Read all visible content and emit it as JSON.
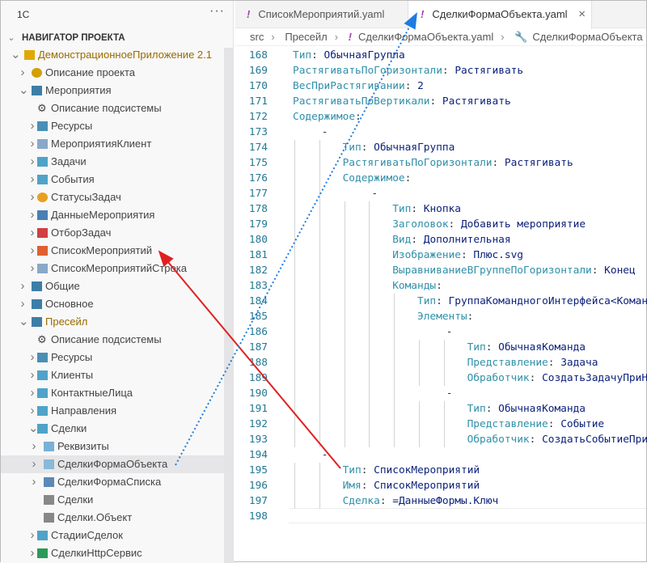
{
  "sidebar": {
    "title": "1C",
    "more": "···",
    "section": "НАВИГАТОР ПРОЕКТА",
    "items": [
      {
        "label": "ДемонстрационноеПриложение 2.1",
        "icon": "project-folder-icon",
        "level": 0,
        "chev": "v"
      },
      {
        "label": "Описание проекта",
        "icon": "gear-icon",
        "level": 1,
        "chev": ">"
      },
      {
        "label": "Мероприятия",
        "icon": "subsystem-icon",
        "level": 1,
        "chev": "v"
      },
      {
        "label": "Описание подсистемы",
        "icon": "subsystem-settings-icon",
        "level": 2,
        "chev": ""
      },
      {
        "label": "Ресурсы",
        "icon": "folder-icon",
        "level": 2,
        "chev": ">"
      },
      {
        "label": "МероприятияКлиент",
        "icon": "module-icon",
        "level": 2,
        "chev": ">"
      },
      {
        "label": "Задачи",
        "icon": "catalog-icon",
        "level": 2,
        "chev": ">"
      },
      {
        "label": "События",
        "icon": "catalog-icon",
        "level": 2,
        "chev": ">"
      },
      {
        "label": "СтатусыЗадач",
        "icon": "enum-icon",
        "level": 2,
        "chev": ">"
      },
      {
        "label": "ДанныеМероприятия",
        "icon": "register-icon",
        "level": 2,
        "chev": ">"
      },
      {
        "label": "ОтборЗадач",
        "icon": "cube-icon",
        "level": 2,
        "chev": ">"
      },
      {
        "label": "СписокМероприятий",
        "icon": "list-component-icon",
        "level": 2,
        "chev": ">"
      },
      {
        "label": "СписокМероприятийСтрока",
        "icon": "module-icon",
        "level": 2,
        "chev": ">"
      },
      {
        "label": "Общие",
        "icon": "subsystem-icon",
        "level": 1,
        "chev": ">"
      },
      {
        "label": "Основное",
        "icon": "subsystem-icon",
        "level": 1,
        "chev": ">"
      },
      {
        "label": "Пресейл",
        "icon": "subsystem-icon",
        "level": 1,
        "chev": "v"
      },
      {
        "label": "Описание подсистемы",
        "icon": "subsystem-settings-icon",
        "level": 2,
        "chev": ""
      },
      {
        "label": "Ресурсы",
        "icon": "folder-icon",
        "level": 2,
        "chev": ">"
      },
      {
        "label": "Клиенты",
        "icon": "catalog-icon",
        "level": 2,
        "chev": ">"
      },
      {
        "label": "КонтактныеЛица",
        "icon": "catalog-icon",
        "level": 2,
        "chev": ">"
      },
      {
        "label": "Направления",
        "icon": "catalog-icon",
        "level": 2,
        "chev": ">"
      },
      {
        "label": "Сделки",
        "icon": "catalog-icon",
        "level": 2,
        "chev": "v"
      },
      {
        "label": "Реквизиты",
        "icon": "attributes-icon",
        "level": 3,
        "chev": ">"
      },
      {
        "label": "СделкиФормаОбъекта",
        "icon": "object-form-icon",
        "level": 3,
        "chev": ">"
      },
      {
        "label": "СделкиФормаСписка",
        "icon": "list-form-icon",
        "level": 3,
        "chev": ">"
      },
      {
        "label": "Сделки",
        "icon": "document-icon",
        "level": 3,
        "chev": ""
      },
      {
        "label": "Сделки.Объект",
        "icon": "document-icon",
        "level": 3,
        "chev": ""
      },
      {
        "label": "СтадииСделок",
        "icon": "catalog-icon",
        "level": 2,
        "chev": ">"
      },
      {
        "label": "СделкиHttpСервис",
        "icon": "http-service-icon",
        "level": 2,
        "chev": ">"
      }
    ]
  },
  "tabs": [
    {
      "label": "СписокМероприятий.yaml",
      "active": false
    },
    {
      "label": "СделкиФормаОбъекта.yaml",
      "active": true
    }
  ],
  "tab_close": "×",
  "breadcrumb": [
    "src",
    "Пресейл",
    "СделкиФормаОбъекта.yaml",
    "СделкиФормаОбъекта"
  ],
  "code": [
    {
      "n": "168",
      "i": 0,
      "k": "Тип",
      "v": "ОбычнаяГруппа"
    },
    {
      "n": "169",
      "i": 0,
      "k": "РастягиватьПоГоризонтали",
      "v": "Растягивать"
    },
    {
      "n": "170",
      "i": 0,
      "k": "ВесПриРастягивании",
      "v": "2"
    },
    {
      "n": "171",
      "i": 0,
      "k": "РастягиватьПоВертикали",
      "v": "Растягивать"
    },
    {
      "n": "172",
      "i": 0,
      "k": "Содержимое",
      "v": ""
    },
    {
      "n": "173",
      "i": 1,
      "d": "-"
    },
    {
      "n": "174",
      "i": 2,
      "k": "Тип",
      "v": "ОбычнаяГруппа"
    },
    {
      "n": "175",
      "i": 2,
      "k": "РастягиватьПоГоризонтали",
      "v": "Растягивать"
    },
    {
      "n": "176",
      "i": 2,
      "k": "Содержимое",
      "v": ""
    },
    {
      "n": "177",
      "i": 3,
      "d": "-"
    },
    {
      "n": "178",
      "i": 4,
      "k": "Тип",
      "v": "Кнопка"
    },
    {
      "n": "179",
      "i": 4,
      "k": "Заголовок",
      "v": "Добавить мероприятие"
    },
    {
      "n": "180",
      "i": 4,
      "k": "Вид",
      "v": "Дополнительная"
    },
    {
      "n": "181",
      "i": 4,
      "k": "Изображение",
      "v": "Плюс.svg"
    },
    {
      "n": "182",
      "i": 4,
      "k": "ВыравниваниеВГруппеПоГоризонтали",
      "v": "Конец"
    },
    {
      "n": "183",
      "i": 4,
      "k": "Команды",
      "v": ""
    },
    {
      "n": "184",
      "i": 5,
      "k": "Тип",
      "v": "ГруппаКомандногоИнтерфейса<Коман"
    },
    {
      "n": "185",
      "i": 5,
      "k": "Элементы",
      "v": ""
    },
    {
      "n": "186",
      "i": 6,
      "d": "-"
    },
    {
      "n": "187",
      "i": 7,
      "k": "Тип",
      "v": "ОбычнаяКоманда"
    },
    {
      "n": "188",
      "i": 7,
      "k": "Представление",
      "v": "Задача"
    },
    {
      "n": "189",
      "i": 7,
      "k": "Обработчик",
      "v": "СоздатьЗадачуПриН"
    },
    {
      "n": "190",
      "i": 6,
      "d": "-"
    },
    {
      "n": "191",
      "i": 7,
      "k": "Тип",
      "v": "ОбычнаяКоманда"
    },
    {
      "n": "192",
      "i": 7,
      "k": "Представление",
      "v": "Событие"
    },
    {
      "n": "193",
      "i": 7,
      "k": "Обработчик",
      "v": "СоздатьСобытиеПри"
    },
    {
      "n": "194",
      "i": 1,
      "d": "-"
    },
    {
      "n": "195",
      "i": 2,
      "k": "Тип",
      "v": "СписокМероприятий"
    },
    {
      "n": "196",
      "i": 2,
      "k": "Имя",
      "v": "СписокМероприятий"
    },
    {
      "n": "197",
      "i": 2,
      "k": "Сделка",
      "v": "=ДанныеФормы.Ключ"
    },
    {
      "n": "198",
      "i": 0,
      "k": "",
      "v": ""
    }
  ],
  "colors": {
    "accent_red": "#e02020",
    "accent_blue": "#1e7be0",
    "project": "#9a6a00"
  }
}
